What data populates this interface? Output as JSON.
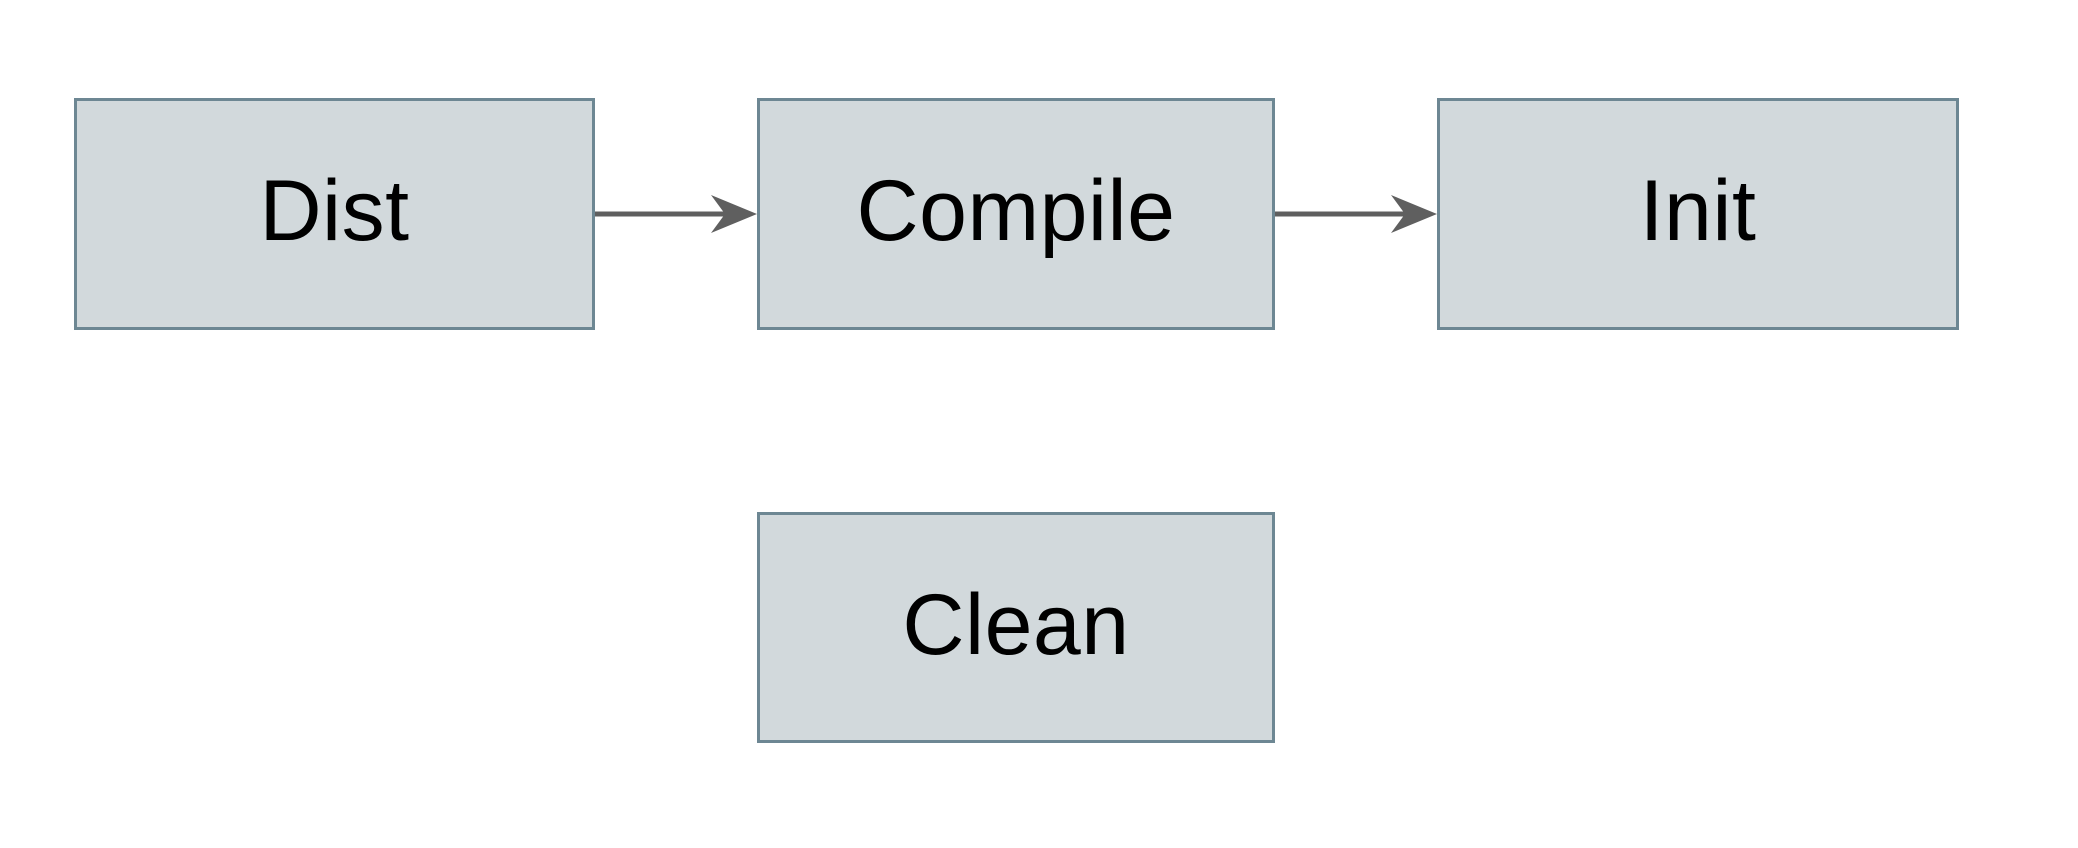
{
  "diagram": {
    "type": "flowchart",
    "nodes": [
      {
        "id": "dist",
        "label": "Dist"
      },
      {
        "id": "compile",
        "label": "Compile"
      },
      {
        "id": "init",
        "label": "Init"
      },
      {
        "id": "clean",
        "label": "Clean"
      }
    ],
    "edges": [
      {
        "from": "Dist",
        "to": "Compile",
        "style": "arrow-right"
      },
      {
        "from": "Compile",
        "to": "Init",
        "style": "arrow-right"
      }
    ]
  },
  "style": {
    "background": "#ffffff",
    "node_fill": "#d2d9dc",
    "node_border": "#6d8793",
    "arrow_color": "#5f5f5f",
    "text_color": "#000000"
  }
}
